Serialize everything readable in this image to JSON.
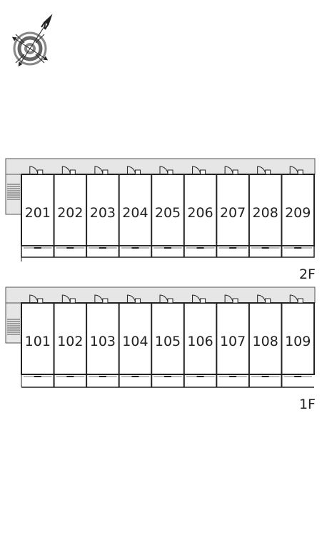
{
  "compass": {
    "letter": "N",
    "icon": "compass-rose-icon"
  },
  "floors": [
    {
      "label": "2F",
      "units": [
        "201",
        "202",
        "203",
        "204",
        "205",
        "206",
        "207",
        "208",
        "209"
      ]
    },
    {
      "label": "1F",
      "units": [
        "101",
        "102",
        "103",
        "104",
        "105",
        "106",
        "107",
        "108",
        "109"
      ]
    }
  ]
}
